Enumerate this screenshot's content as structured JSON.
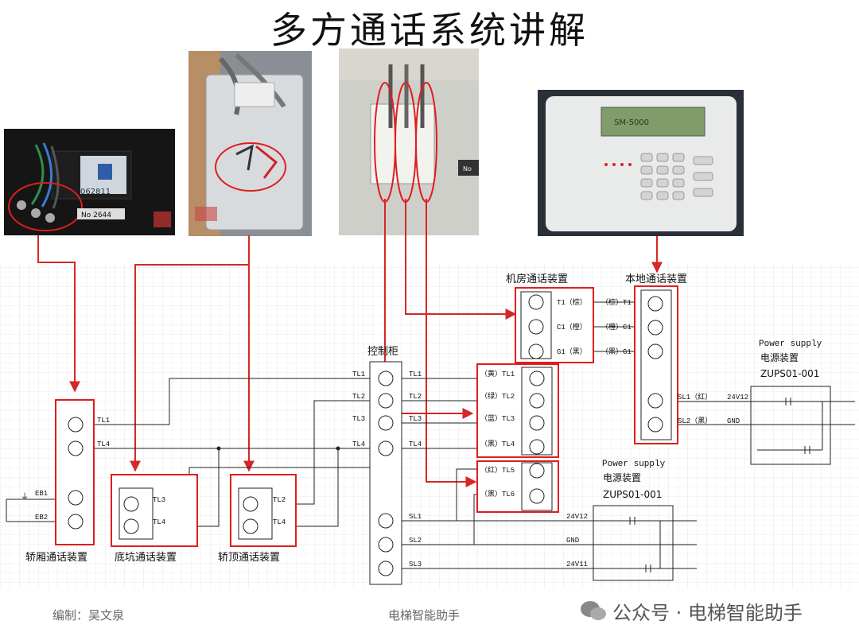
{
  "title": "多方通话系统讲解",
  "photos": {
    "car_phone_label": "No 2644",
    "car_phone_serial": "062811",
    "control_label": "No",
    "lobby_phone_screen": "SM-5000"
  },
  "units": {
    "car": {
      "label": "轿厢通话装置",
      "left_labels": [
        "EB1",
        "EB2"
      ],
      "right_labels": [
        "TL1",
        "TL4"
      ],
      "ground_symbol": "⏚"
    },
    "pit": {
      "label": "底坑通话装置",
      "terminals": [
        "TL3",
        "TL4"
      ]
    },
    "top": {
      "label": "轿顶通话装置",
      "terminals": [
        "TL2",
        "TL4"
      ]
    },
    "cabinet": {
      "label": "控制柜",
      "left": [
        "TL1",
        "TL2",
        "TL3",
        "TL4"
      ],
      "right": [
        "TL1",
        "TL2",
        "TL3",
        "TL4",
        "SL1",
        "SL2",
        "SL3"
      ]
    },
    "machine_room": {
      "label": "机房通话装置",
      "rows": [
        "T1（棕）",
        "C1（橙）",
        "G1（黑）"
      ],
      "rows2": [
        "（黄）TL1",
        "（绿）TL2",
        "（蓝）TL3",
        "（黑）TL4"
      ],
      "rows3": [
        "（红）TL5",
        "（黑）TL6"
      ]
    },
    "local": {
      "label": "本地通话装置",
      "rows": [
        "（棕）T1",
        "（橙）C1",
        "（黑）G1"
      ],
      "rows2": [
        "SL1（红）",
        "SL2（黑）"
      ]
    },
    "psu_top": {
      "title": "Power supply",
      "cn": "电源装置",
      "model": "ZUPS01-001",
      "labels": [
        "24V12",
        "GND"
      ]
    },
    "psu_bottom": {
      "title": "Power supply",
      "cn": "电源装置",
      "model": "ZUPS01-001",
      "labels": [
        "24V12",
        "GND",
        "24V11"
      ]
    }
  },
  "footer": {
    "author": "编制：吴文泉",
    "center": "电梯智能助手",
    "wechat": "公众号 · 电梯智能助手"
  }
}
